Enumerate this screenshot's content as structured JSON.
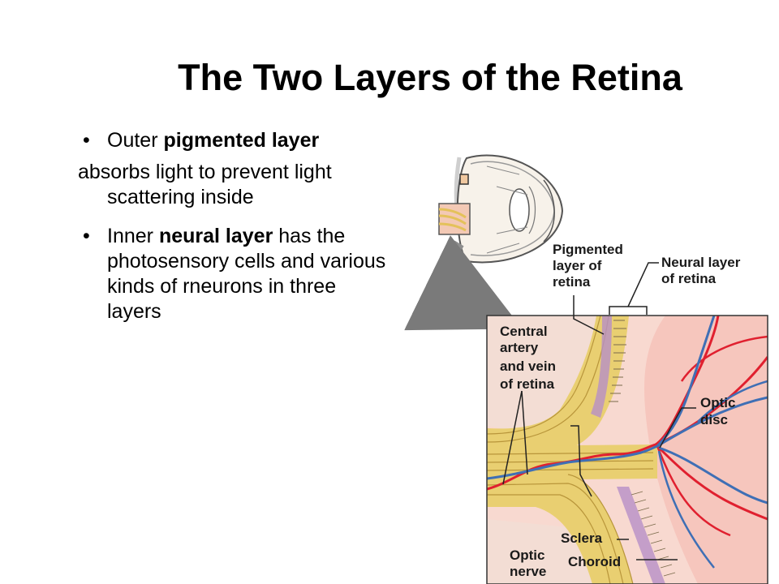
{
  "title": "The Two Layers of the Retina",
  "bullets": {
    "outer": {
      "pre": "Outer ",
      "bold": "pigmented layer"
    },
    "outer_desc_line1": "absorbs light to prevent light",
    "outer_desc_line2": "scattering inside",
    "inner": {
      "pre": "Inner ",
      "bold": "neural layer",
      "post_line1": " has the",
      "line2": "photosensory cells and various",
      "line3": "kinds of rneurons in three",
      "line4": "layers"
    }
  },
  "figure": {
    "labels": {
      "pigmented_1": "Pigmented",
      "pigmented_2": "layer of",
      "pigmented_3": "retina",
      "neural_1": "Neural layer",
      "neural_2": "of retina",
      "central_1": "Central",
      "central_2": "artery",
      "central_3": "and vein",
      "central_4": "of retina",
      "optic_disc_1": "Optic",
      "optic_disc_2": "disc",
      "sclera": "Sclera",
      "optic_nerve_1": "Optic",
      "optic_nerve_2": "nerve",
      "choroid": "Choroid"
    },
    "colors": {
      "artery": "#e0202f",
      "vein": "#3f6fb5",
      "nerve": "#e9cf71",
      "sclera": "#f3ddd4",
      "background": "#f8d9d0"
    }
  }
}
